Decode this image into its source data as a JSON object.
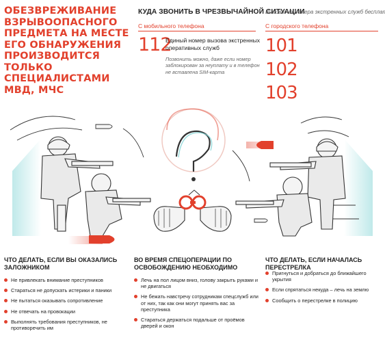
{
  "title": "ОБЕЗВРЕЖИВАНИЕ ВЗРЫВООПАСНОГО ПРЕДМЕТА НА МЕСТЕ ЕГО ОБНАРУЖЕНИЯ ПРОИЗВОДИТСЯ ТОЛЬКО СПЕЦИАЛИСТАМИ МВД, МЧС",
  "emergency": {
    "header": "КУДА ЗВОНИТЬ В ЧРЕЗВЫЧАЙНОЙ СИТУАЦИИ",
    "free_note": "Вызовы на номера экстренных служб бесплатны",
    "mobile": {
      "label": "С мобильного телефона",
      "number": "112",
      "description": "Единый номер вызова экстренных оперативных служб",
      "note": "Позвонить можно, даже если номер заблокирован за неуплату и в телефон не вставлена SIM-карта"
    },
    "landline": {
      "label": "С городского телефона",
      "numbers": [
        "101",
        "102",
        "103"
      ]
    }
  },
  "colors": {
    "accent": "#e2402c",
    "text": "#222222",
    "muted": "#666666",
    "glow": "#7fd3d4"
  },
  "illustration": {
    "icons": [
      "soldier-figure",
      "bullet-icon",
      "question-mark-icon",
      "handcuffed-hands-icon"
    ]
  },
  "columns": [
    {
      "heading": "ЧТО ДЕЛАТЬ, ЕСЛИ ВЫ ОКАЗАЛИСЬ ЗАЛОЖНИКОМ",
      "items": [
        "Не привлекать внимание преступников",
        "Стараться не допускать истерики и паники",
        "Не пытаться оказывать сопротивление",
        "Не отвечать на провокации",
        "Выполнять требования преступников, не противоречить им"
      ]
    },
    {
      "heading": "ВО ВРЕМЯ СПЕЦОПЕРАЦИИ ПО ОСВОБОЖДЕНИЮ НЕОБХОДИМО",
      "items": [
        "Лечь на пол лицом вниз, голову закрыть руками и не двигаться",
        "Не бежать навстречу сотрудникам спецслужб или от них, так как они могут принять вас за преступника",
        "Стараться держаться подальше от проёмов дверей и окон"
      ]
    },
    {
      "heading": "ЧТО ДЕЛАТЬ, ЕСЛИ НАЧАЛАСЬ ПЕРЕСТРЕЛКА",
      "items": [
        "Пригнуться и добраться до ближайшего укрытия",
        "Если спрятаться некуда – лечь на землю",
        "Сообщить о перестрелке в полицию"
      ]
    }
  ]
}
